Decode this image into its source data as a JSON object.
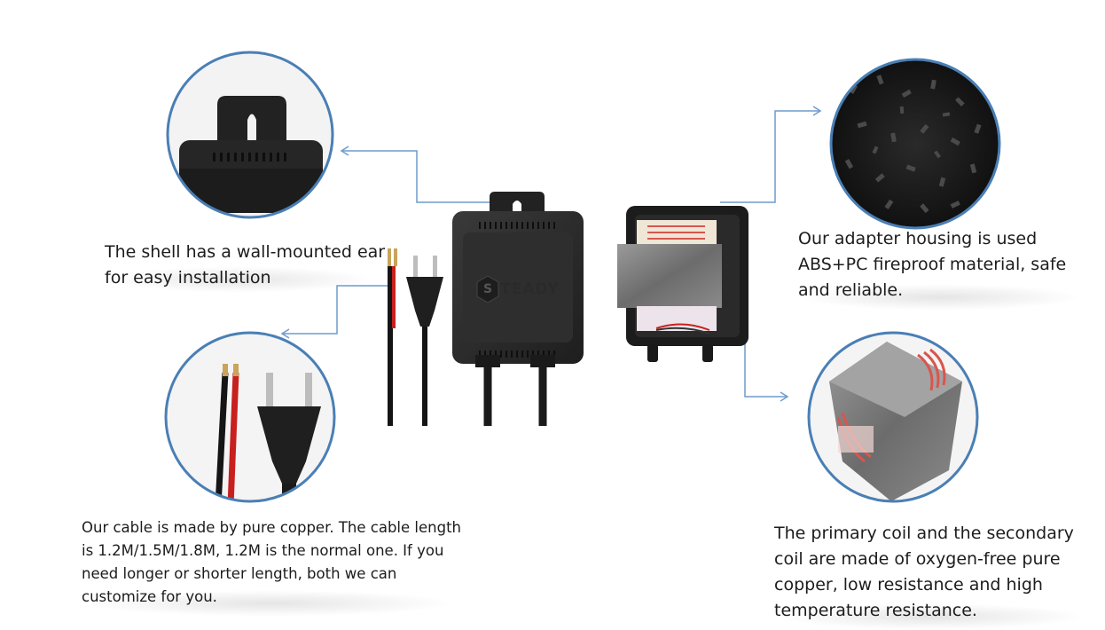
{
  "captions": {
    "shell": "The shell has a wall-mounted ear for easy installation",
    "cable": "Our cable is made by pure copper. The cable length is 1.2M/1.5M/1.8M, 1.2M is the normal one. If you need longer or shorter length, both we can customize for you.",
    "housing": "Our adapter housing is used ABS+PC fireproof material, safe and reliable.",
    "coil": "The primary coil and the secondary coil are made of oxygen-free pure copper, low resistance and high temperature resistance."
  },
  "brand": {
    "logo_text": "TEADY"
  },
  "colors": {
    "circle_ring": "#4a7fb5",
    "arrow_line": "#6f9ccc",
    "adapter_body": "#2b2b2b",
    "wire_red": "#c8201e"
  }
}
